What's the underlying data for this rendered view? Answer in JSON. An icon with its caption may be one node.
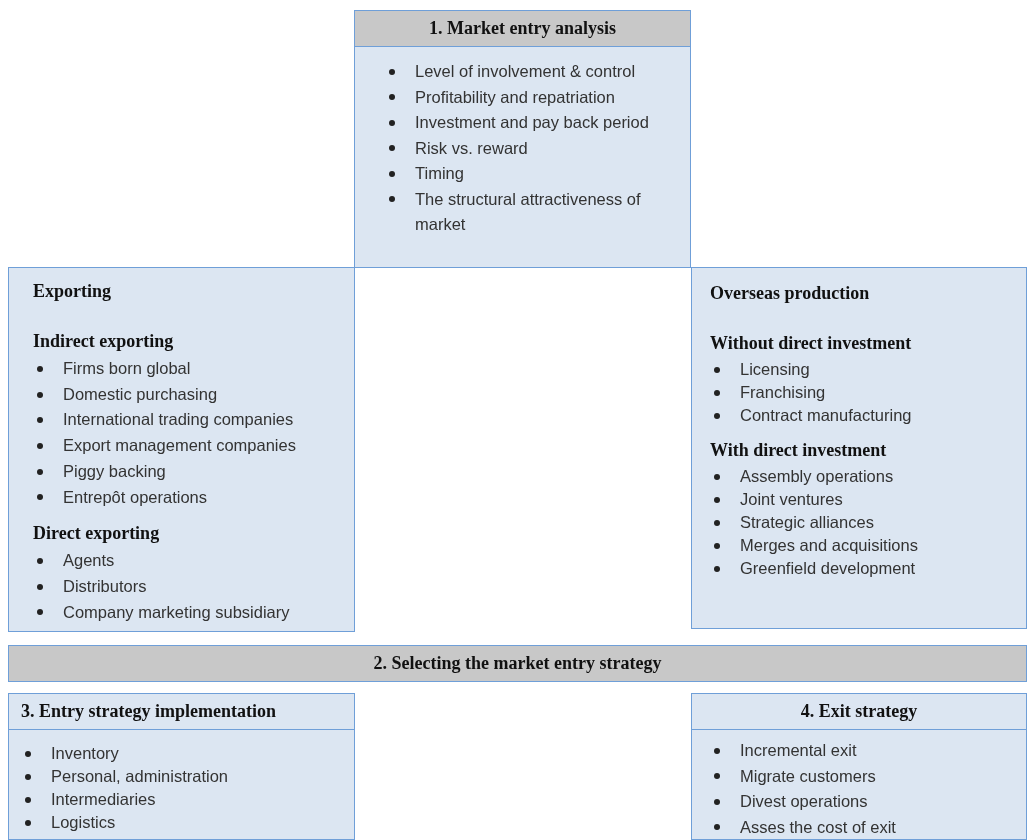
{
  "diagram": {
    "nodes": [
      {
        "text": [
          "1. Market entry analysis"
        ]
      },
      {
        "text": [
          "Level of involvement & control",
          "Profitability and repatriation",
          "Investment and pay back period",
          "Risk vs. reward",
          "Timing",
          "The structural attractiveness of market"
        ]
      },
      {
        "text": [
          "Exporting",
          "Indirect exporting",
          "Firms born global",
          "Domestic purchasing",
          "International trading companies",
          "Export management companies",
          "Piggy backing",
          "Entrepôt operations",
          "Direct exporting",
          "Agents",
          "Distributors",
          "Company marketing subsidiary"
        ]
      },
      {
        "text": [
          "Overseas production",
          "Without direct investment",
          "Licensing",
          "Franchising",
          "Contract manufacturing",
          "With direct investment",
          "Assembly operations",
          "Joint ventures",
          "Strategic alliances",
          "Merges and acquisitions",
          "Greenfield development"
        ]
      },
      {
        "text": [
          "2. Selecting the market entry strategy"
        ]
      },
      {
        "text": [
          "3. Entry strategy implementation"
        ]
      },
      {
        "text": [
          "Inventory",
          "Personal, administration",
          "Intermediaries",
          "Logistics"
        ]
      },
      {
        "text": [
          "4. Exit strategy"
        ]
      },
      {
        "text": [
          "Incremental exit",
          "Migrate customers",
          "Divest operations",
          "Asses the cost of exit"
        ]
      }
    ]
  }
}
